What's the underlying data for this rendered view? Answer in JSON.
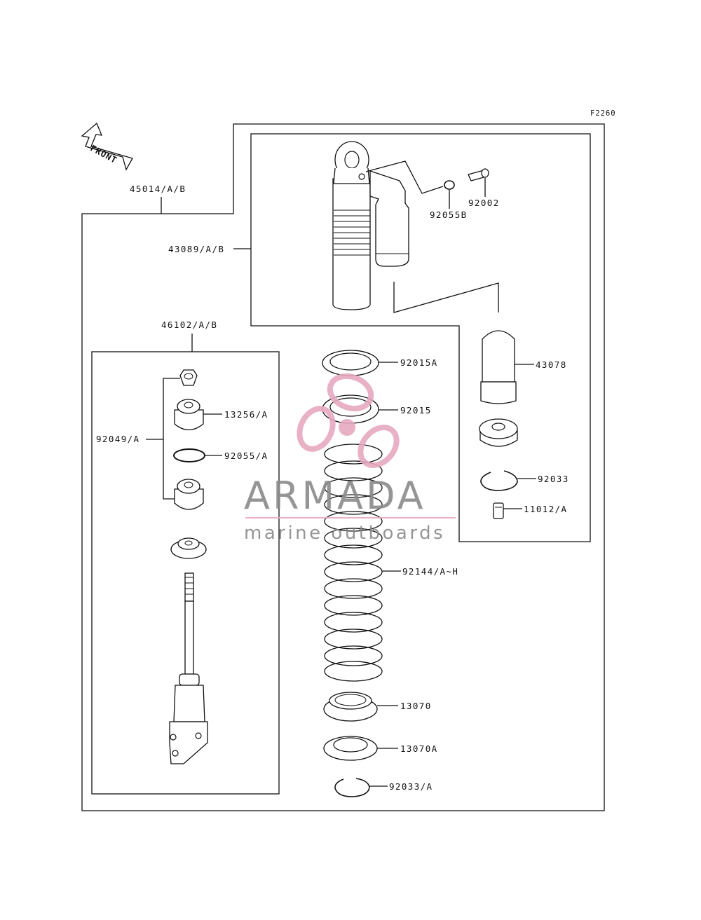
{
  "figure_code": "F2260",
  "front_label": "FRONT",
  "watermark": {
    "brand": "ARMADA",
    "tagline": "marine outboards",
    "accent_color": "#e7a9bf",
    "text_color": "#8a8a8a"
  },
  "parts": {
    "p45014": "45014/A/B",
    "p43089": "43089/A/B",
    "p92055b": "92055B",
    "p92002": "92002",
    "p46102": "46102/A/B",
    "p43078": "43078",
    "p92015a": "92015A",
    "p92015": "92015",
    "p92049": "92049/A",
    "p13256": "13256/A",
    "p92055a": "92055/A",
    "p92033": "92033",
    "p11012": "11012/A",
    "p92144": "92144/A~H",
    "p13070": "13070",
    "p13070a": "13070A",
    "p92033a": "92033/A"
  }
}
